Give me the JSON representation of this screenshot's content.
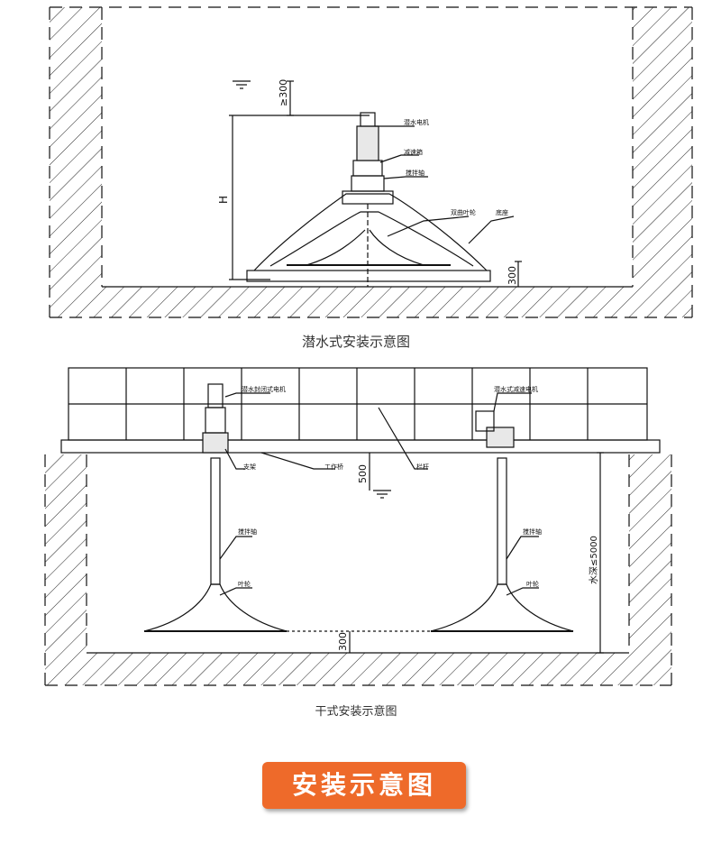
{
  "top_diagram": {
    "caption": "潜水式安装示意图",
    "dim_water": "≥300",
    "dim_height": "H",
    "dim_bottom": "300",
    "labels": {
      "motor": "潜水电机",
      "reducer": "减速箱",
      "stirring_shaft": "搅拌轴",
      "impeller": "双曲叶轮",
      "base": "底座"
    }
  },
  "bottom_diagram": {
    "caption": "干式安装示意图",
    "dim_water": "500",
    "dim_depth": "水深≤5000",
    "dim_bottom": "300",
    "labels": {
      "left_motor": "潜水封闭式电机",
      "bracket": "支架",
      "platform": "工作桥",
      "railing": "栏杆",
      "right_motor": "潜水式减速电机",
      "left_shaft": "搅拌轴",
      "left_impeller": "叶轮",
      "right_shaft": "搅拌轴",
      "right_impeller": "叶轮"
    }
  },
  "badge": {
    "label": "安装示意图"
  }
}
